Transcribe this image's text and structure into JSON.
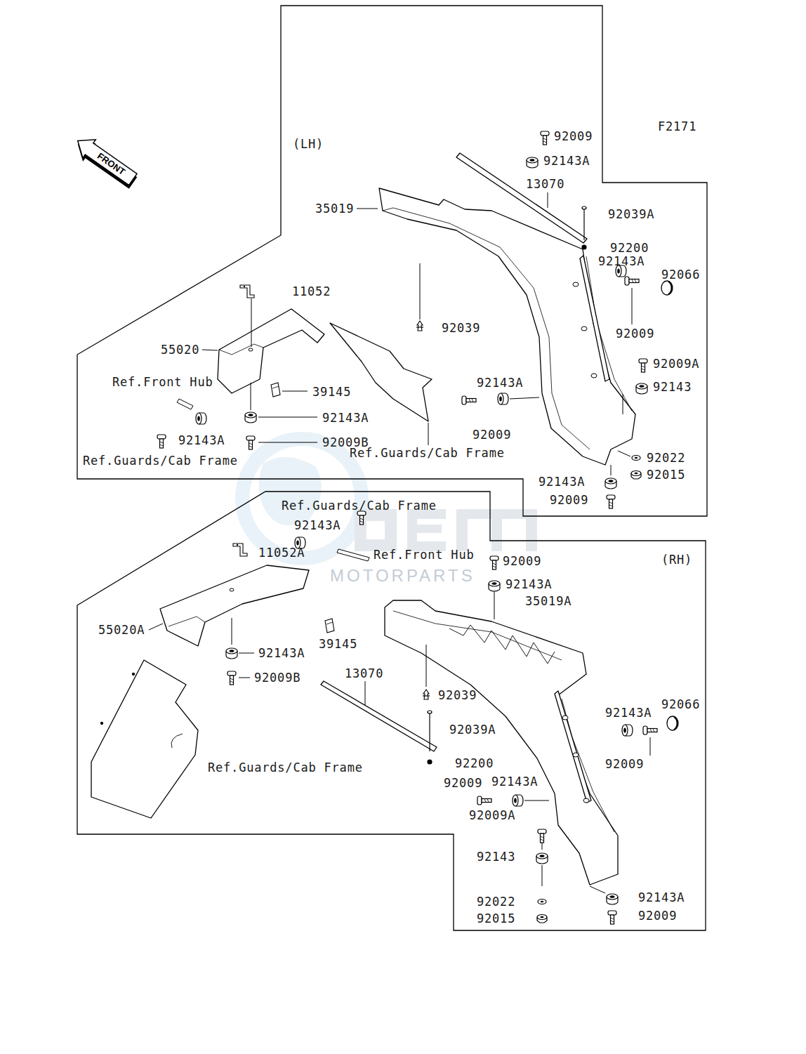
{
  "diagram": {
    "nodes": [
      {
        "text": [
          "FRONT"
        ]
      },
      {
        "text": [
          "(LH)"
        ]
      },
      {
        "text": [
          "(RH)"
        ]
      }
    ],
    "labels": [
      "F2171",
      "92009",
      "92143A",
      "13070",
      "35019",
      "92039A",
      "92200",
      "92143A",
      "92066",
      "11052",
      "92039",
      "92009",
      "55020",
      "92009A",
      "Ref.Front Hub",
      "92143A",
      "92143",
      "39145",
      "92143A",
      "92009",
      "92143A",
      "92009B",
      "Ref.Guards/Cab Frame",
      "92022",
      "Ref.Guards/Cab Frame",
      "92015",
      "92143A",
      "92009",
      "Ref.Guards/Cab Frame",
      "92143A",
      "11052A",
      "Ref.Front Hub",
      "92009",
      "MOTORPARTS",
      "92143A",
      "35019A",
      "55020A",
      "39145",
      "92143A",
      "13070",
      "92009B",
      "92039",
      "92066",
      "92143A",
      "92039A",
      "92200",
      "92009",
      "Ref.Guards/Cab Frame",
      "92143A",
      "92009",
      "92009A",
      "92143",
      "92143A",
      "92022",
      "92009",
      "92015"
    ]
  }
}
